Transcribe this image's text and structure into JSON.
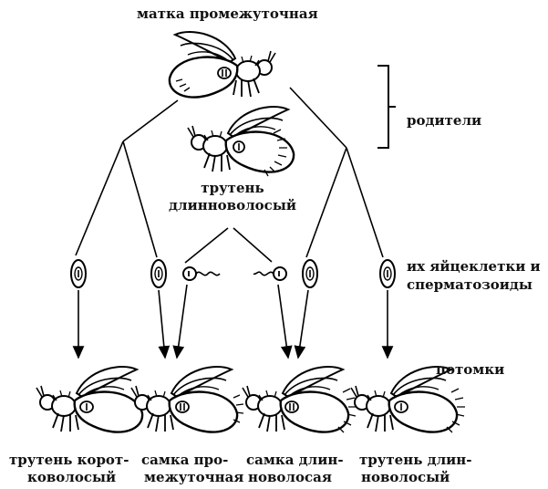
{
  "labels": {
    "queen": "матка промежуточная",
    "parents": "родители",
    "drone_parent_line1": "трутень",
    "drone_parent_line2": "длинноволосый",
    "gametes_line1": "их яйцеклетки и",
    "gametes_line2": "сперматозоиды",
    "offspring": "потомки",
    "child1_line1": "трутень корот-",
    "child1_line2": "коволосый",
    "child2_line1": "самка про-",
    "child2_line2": "межуточная",
    "child3_line1": "самка длин-",
    "child3_line2": "новолосая",
    "child4_line1": "трутень длин-",
    "child4_line2": "новолосый"
  }
}
